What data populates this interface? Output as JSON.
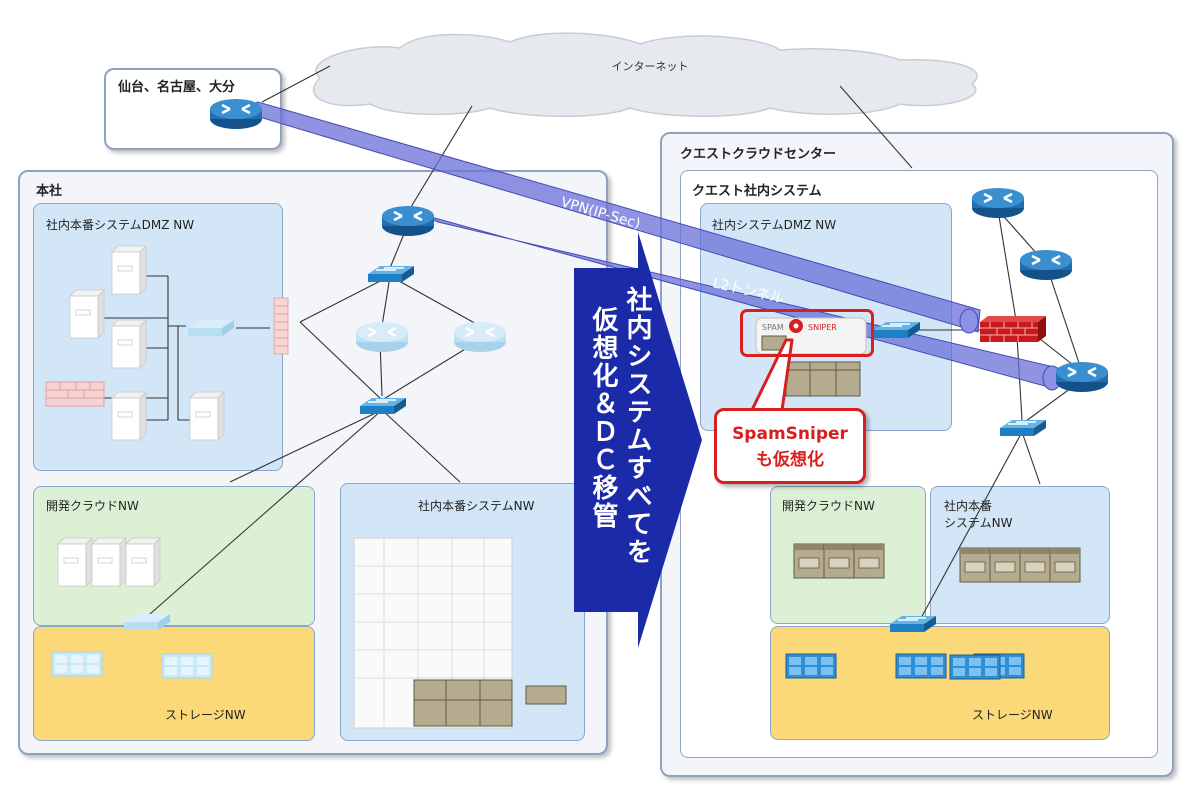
{
  "internet": {
    "label": "インターネット"
  },
  "branch": {
    "label": "仙台、名古屋、大分"
  },
  "hq": {
    "label": "本社",
    "dmz_label": "社内本番システムDMZ NW",
    "dev_label": "開発クラウドNW",
    "prod_label": "社内本番システムNW",
    "storage_label": "ストレージNW"
  },
  "dc": {
    "center_label": "クエストクラウドセンター",
    "system_label": "クエスト社内システム",
    "dmz_label": "社内システムDMZ NW",
    "dev_label": "開発クラウドNW",
    "prod_label_line1": "社内本番",
    "prod_label_line2": "システムNW",
    "storage_label": "ストレージNW"
  },
  "tunnels": {
    "vpn_label": "VPN(IP-Sec)",
    "l2_label": "L2トンネル"
  },
  "migration": {
    "line1": "社内システムすべてを",
    "line2": "仮想化＆ＤＣ移管"
  },
  "spamsniper": {
    "callout_line1": "SpamSniper",
    "callout_line2": "も仮想化",
    "device_text_left": "SPAM",
    "device_text_right": "SNIPER"
  },
  "colors": {
    "dmz_blue": "#d3e6f7",
    "dev_green": "#dbf0d4",
    "storage_yellow": "#fcd978",
    "arrow_navy": "#1a2aa8",
    "tunnel_purple": "#6a70d8",
    "highlight_red": "#d81e1e",
    "router_blue": "#1f6fb3"
  },
  "icons": [
    "cloud-icon",
    "router-icon",
    "switch-icon",
    "firewall-icon",
    "server-icon",
    "storage-icon"
  ]
}
